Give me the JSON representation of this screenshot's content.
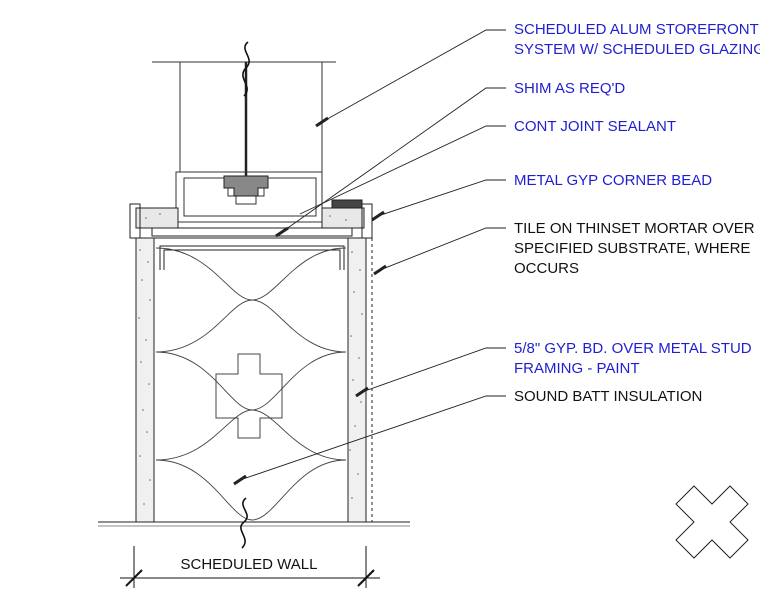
{
  "callouts": [
    {
      "id": "storefront",
      "lines": [
        "SCHEDULED ALUM STOREFRONT",
        "SYSTEM W/ SCHEDULED GLAZING"
      ],
      "color": "#1f1fd0"
    },
    {
      "id": "shim",
      "lines": [
        "SHIM AS REQ'D"
      ],
      "color": "#1f1fd0"
    },
    {
      "id": "sealant",
      "lines": [
        "CONT JOINT SEALANT"
      ],
      "color": "#1f1fd0"
    },
    {
      "id": "cornerbead",
      "lines": [
        "METAL GYP CORNER BEAD"
      ],
      "color": "#1f1fd0"
    },
    {
      "id": "tile",
      "lines": [
        "TILE ON THINSET MORTAR OVER",
        "SPECIFIED SUBSTRATE, WHERE",
        "OCCURS"
      ],
      "color": "#111111"
    },
    {
      "id": "gyp",
      "lines": [
        "5/8\" GYP. BD. OVER METAL STUD",
        "FRAMING - PAINT"
      ],
      "color": "#1f1fd0"
    },
    {
      "id": "insulation",
      "lines": [
        "SOUND BATT INSULATION"
      ],
      "color": "#111111"
    }
  ],
  "dimension": {
    "label": "SCHEDULED WALL"
  },
  "colors": {
    "callout_blue": "#1f1fd0",
    "line": "#111111",
    "hatch": "#555555"
  }
}
